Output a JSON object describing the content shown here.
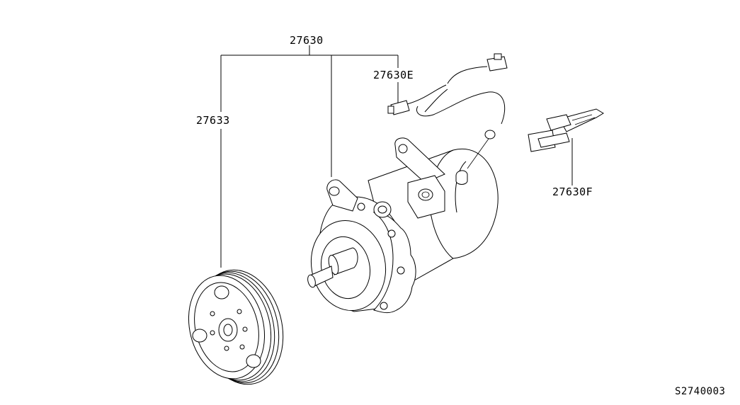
{
  "callouts": {
    "compressor_assembly": "27630",
    "clutch_pulley": "27633",
    "harness": "27630E",
    "clip": "27630F"
  },
  "drawing_code": "S2740003",
  "parts": {
    "compressor": "compressor-assembly",
    "pulley": "clutch-pulley",
    "harness": "compressor-harness",
    "clip": "harness-clip"
  }
}
